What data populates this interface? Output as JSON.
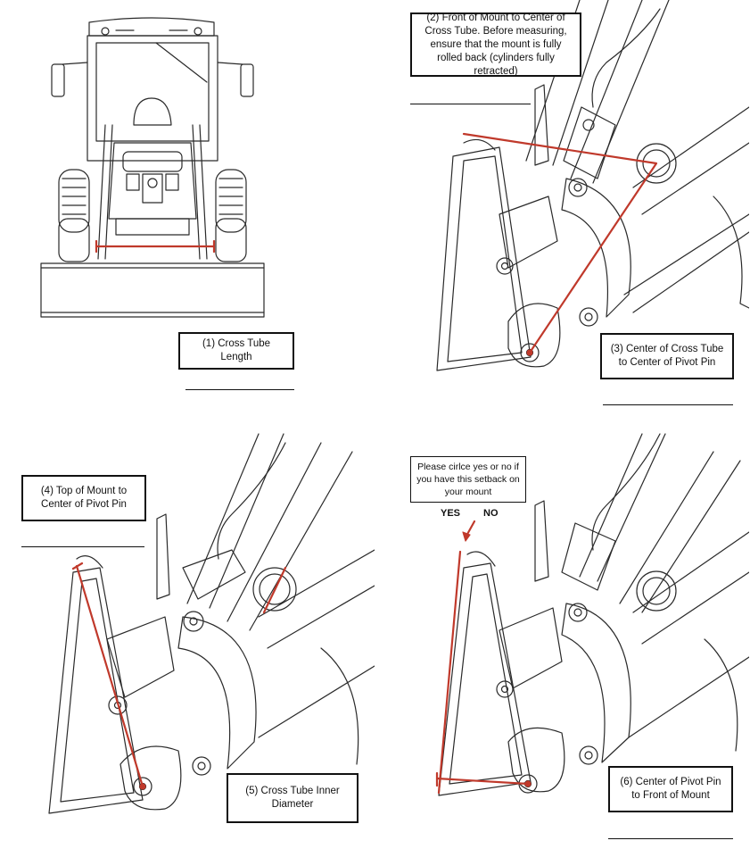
{
  "accent_color": "#c0392b",
  "panels": [
    {
      "id": 1,
      "label": "(1) Cross Tube Length"
    },
    {
      "id": 2,
      "label": "(2)  Front of Mount to Center of Cross Tube. Before measuring, ensure that the mount is fully rolled back (cylinders fully retracted)"
    },
    {
      "id": 3,
      "label": "(3) Center of Cross Tube to Center of Pivot Pin"
    },
    {
      "id": 4,
      "label": "(4) Top of Mount to Center of Pivot Pin"
    },
    {
      "id": 5,
      "label": "(5) Cross Tube Inner Diameter"
    },
    {
      "id": 6,
      "label": "(6) Center of Pivot Pin to Front of Mount"
    }
  ],
  "setback_question": {
    "text": "Please cirlce yes or no if you have this setback on your mount",
    "yes": "YES",
    "no": "NO"
  }
}
